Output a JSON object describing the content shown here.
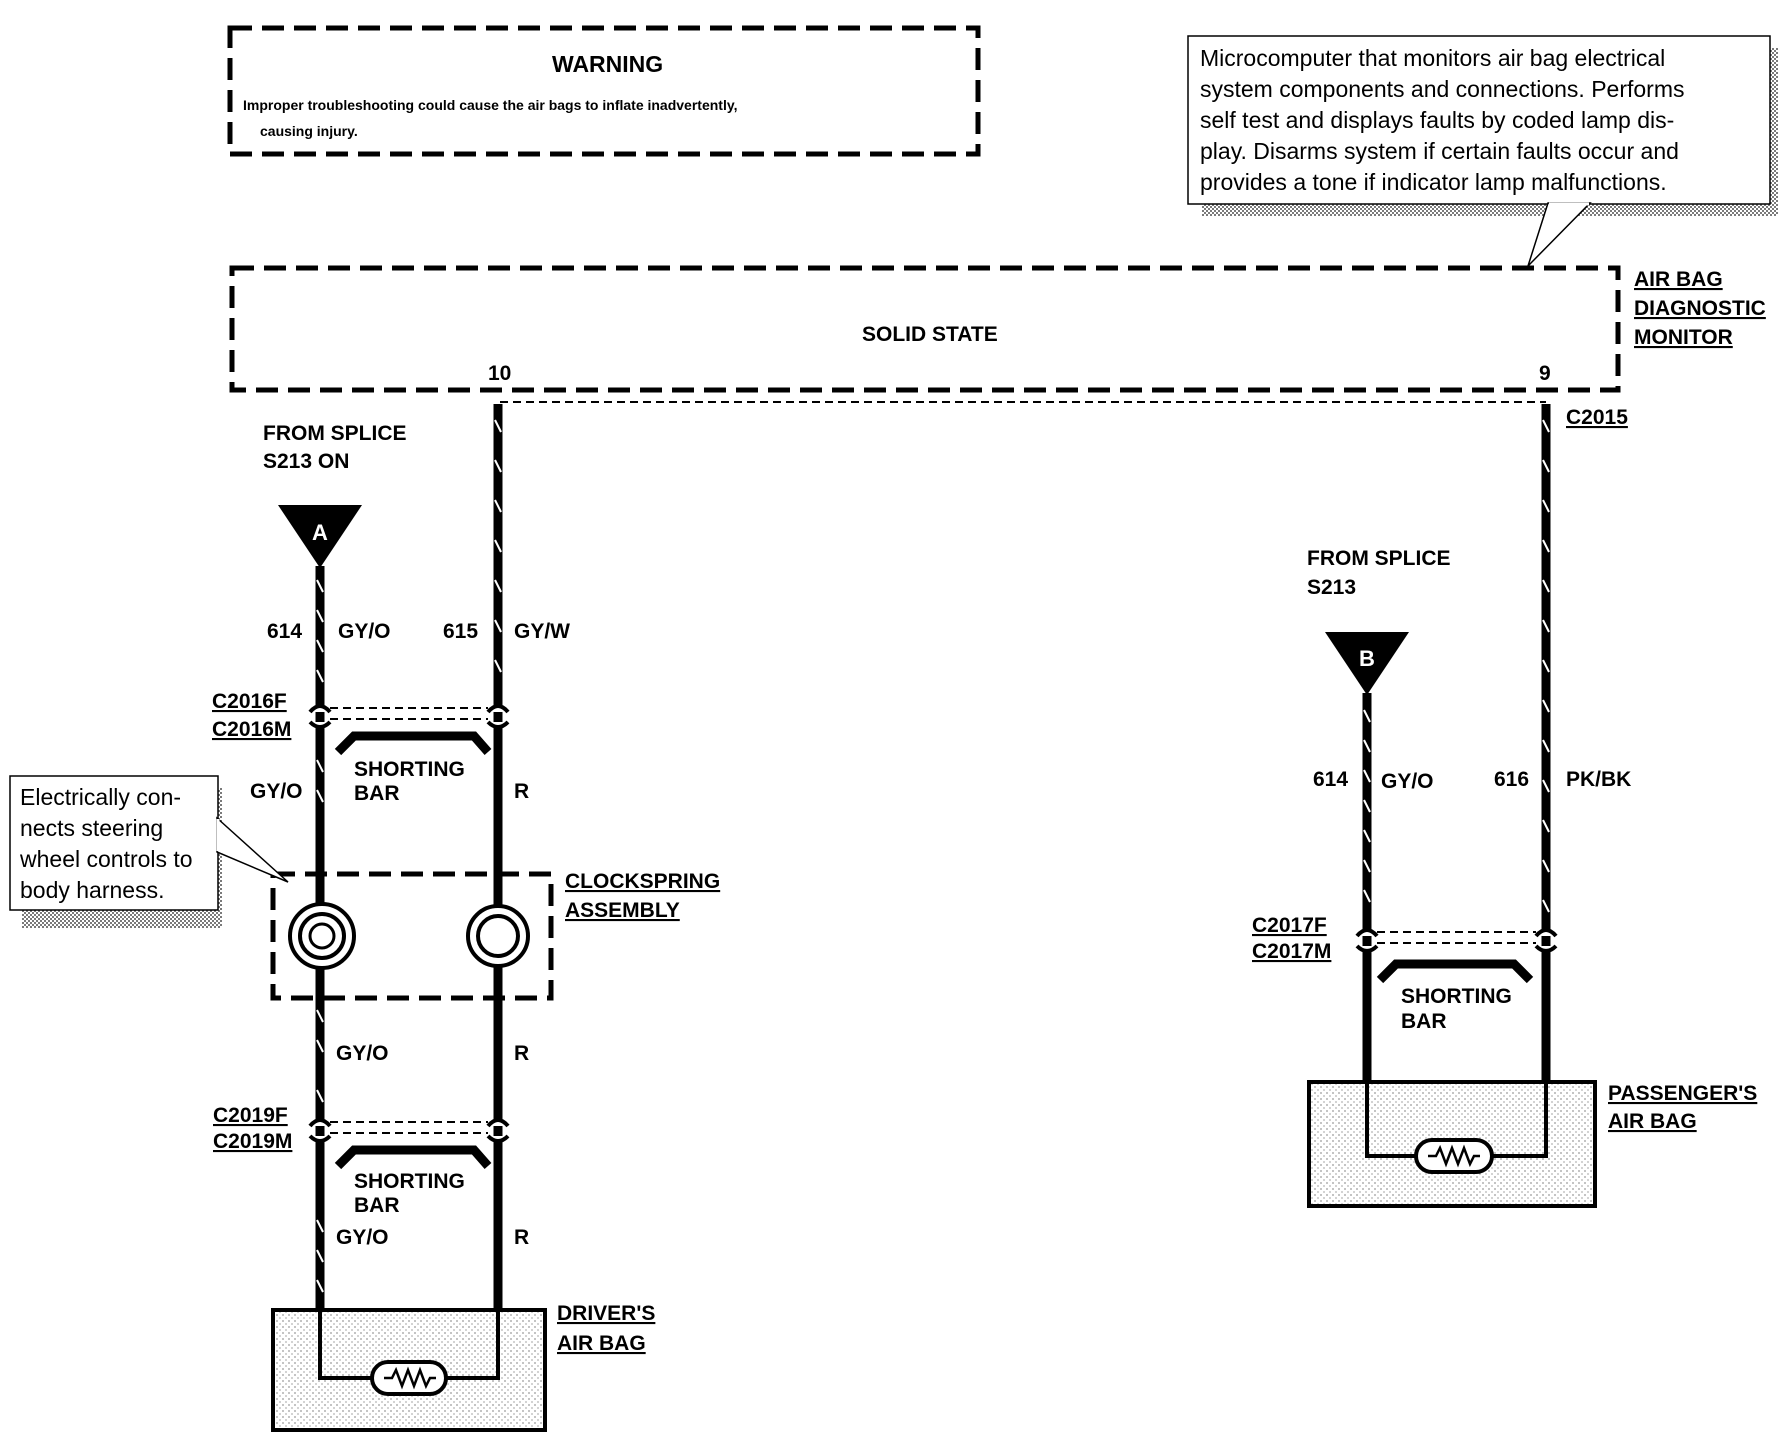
{
  "warning": {
    "title": "WARNING",
    "line1": "Improper troubleshooting could cause the air bags to inflate inadvertently,",
    "line2": "causing injury."
  },
  "monitor_note": {
    "lines": [
      "Microcomputer that monitors air bag electrical",
      "system components and connections.  Performs",
      "self test and displays faults by coded lamp dis-",
      "play.  Disarms system if certain faults occur and",
      "provides a tone if indicator lamp malfunctions."
    ]
  },
  "monitor": {
    "center_label": "SOLID STATE",
    "name_lines": [
      "AIR BAG",
      "DIAGNOSTIC",
      "MONITOR"
    ],
    "pin_left": "10",
    "pin_right": "9",
    "connector": "C2015"
  },
  "left_circuit": {
    "splice_lines": [
      "FROM SPLICE",
      "S213 ON"
    ],
    "splice_marker": "A",
    "wire_a_num": "614",
    "wire_a_color": "GY/O",
    "wire_b_num": "615",
    "wire_b_color": "GY/W",
    "conn1_f": "C2016F",
    "conn1_m": "C2016M",
    "shorting_bar_1": [
      "SHORTING",
      "BAR"
    ],
    "mid_a_color": "GY/O",
    "mid_b_color": "R",
    "clockspring_lines": [
      "CLOCKSPRING",
      "ASSEMBLY"
    ],
    "lower_a_color": "GY/O",
    "lower_b_color": "R",
    "conn2_f": "C2019F",
    "conn2_m": "C2019M",
    "shorting_bar_2": [
      "SHORTING",
      "BAR"
    ],
    "bottom_a_color": "GY/O",
    "bottom_b_color": "R",
    "airbag_lines": [
      "DRIVER'S",
      "AIR BAG"
    ]
  },
  "clockspring_note": {
    "lines": [
      "Electrically  con-",
      "nects steering",
      "wheel controls to",
      "body harness."
    ]
  },
  "right_circuit": {
    "splice_lines": [
      "FROM SPLICE",
      "S213"
    ],
    "splice_marker": "B",
    "wire_a_num": "614",
    "wire_a_color": "GY/O",
    "wire_b_num": "616",
    "wire_b_color": "PK/BK",
    "conn_f": "C2017F",
    "conn_m": "C2017M",
    "shorting_bar": [
      "SHORTING",
      "BAR"
    ],
    "airbag_lines": [
      "PASSENGER'S",
      "AIR BAG"
    ]
  }
}
